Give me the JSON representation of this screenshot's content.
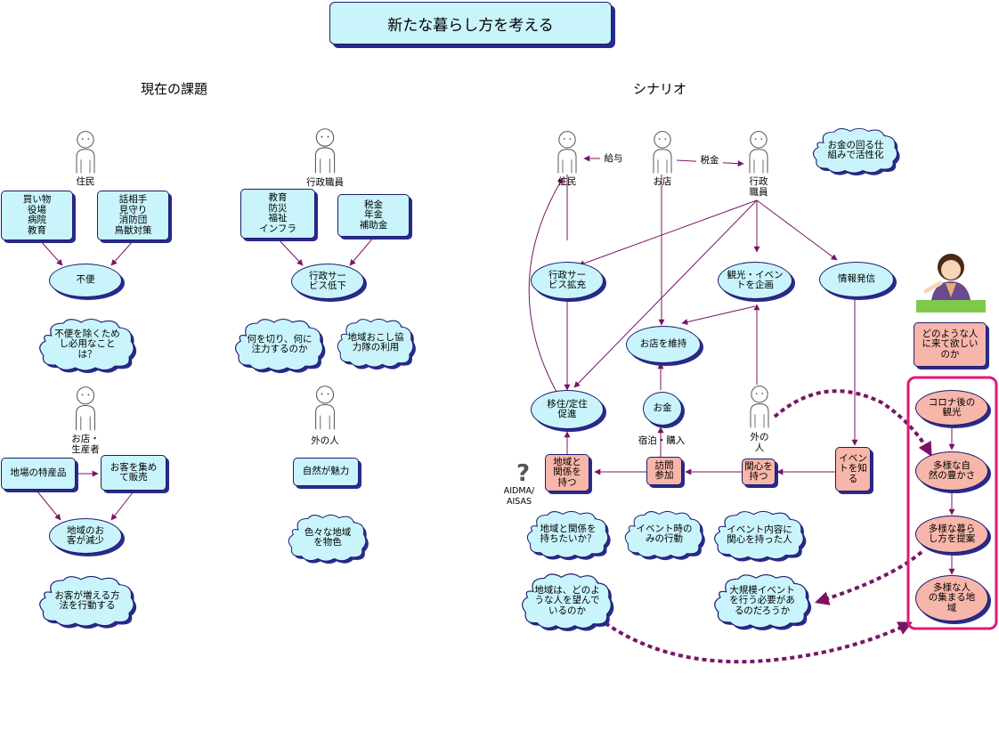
{
  "title": "新たな暮らし方を考える",
  "headings": {
    "current_issues": "現在の課題",
    "scenario": "シナリオ"
  },
  "colors": {
    "box_fill": "#c9f4fb",
    "pink_fill": "#f7b6aa",
    "arrow": "#7a1466",
    "shadow": "#2a2a8c",
    "highlight": "#e0197a"
  },
  "left": {
    "resident_label": "住民",
    "resident_box1": "買い物\n役場\n病院\n教育",
    "resident_box2": "話相手\n見守り\n消防団\n鳥獣対策",
    "resident_result": "不便",
    "resident_cloud": "不便を除くため\nし必用なこと\nは？",
    "staff_label": "行政職員",
    "staff_box1": "教育\n防災\n福祉\nインフラ",
    "staff_box2": "税金\n年金\n補助金",
    "staff_result": "行政サー\nビス低下",
    "staff_cloud1": "何を切り、何に\n注力するのか",
    "staff_cloud2": "地域おこし協\n力隊の利用",
    "shop_label": "お店・\n生産者",
    "shop_box1": "地場の特産品",
    "shop_box2": "お客を集め\nて販売",
    "shop_result": "地域のお\n客が減少",
    "shop_cloud": "お客が増える方\n法を行動する",
    "outsider_label": "外の人",
    "outsider_box": "自然が魅力",
    "outsider_cloud": "色々な地域\nを物色"
  },
  "right": {
    "resident": "住民",
    "shop": "お店",
    "staff": "行政\n職員",
    "salary": "給与",
    "tax": "税金",
    "money_cloud": "お金の回る仕\n組みで活性化",
    "service": "行政サー\nビス拡充",
    "tourism": "観光・イベン\nトを企画",
    "info": "情報発信",
    "maintain": "お店を維持",
    "migration": "移住/定住\n促進",
    "money": "お金",
    "lodging": "宿泊・購入",
    "outsider": "外の\n人",
    "relation": "地域と\n関係を\n持つ",
    "visit": "訪問\n参加",
    "interest": "関心を\n持つ",
    "event_know": "イベン\nトを知\nる",
    "aidma": "AIDMA/\nAISAS",
    "question_mark": "?",
    "cloud_relation": "地域と関係を\n持ちたいか？",
    "cloud_event": "イベント時の\nみの行動",
    "cloud_interest": "イベント内容に\n関心を持った人",
    "cloud_people": "地域は、どのよ\nうな人を望んで\nいるのか",
    "cloud_big_event": "大規模イベント\nを行う必要があ\nるのだろうか",
    "who_box": "どのような人\nに来て欲しい\nのか",
    "flow1": "コロナ後の\n観光",
    "flow2": "多様な自\n然の豊かさ",
    "flow3": "多様な暮ら\nし方を提案",
    "flow4": "多様な人\nの集まる地\n域"
  },
  "icons": [
    "person-icon",
    "woman-presenter-icon",
    "question-icon"
  ]
}
